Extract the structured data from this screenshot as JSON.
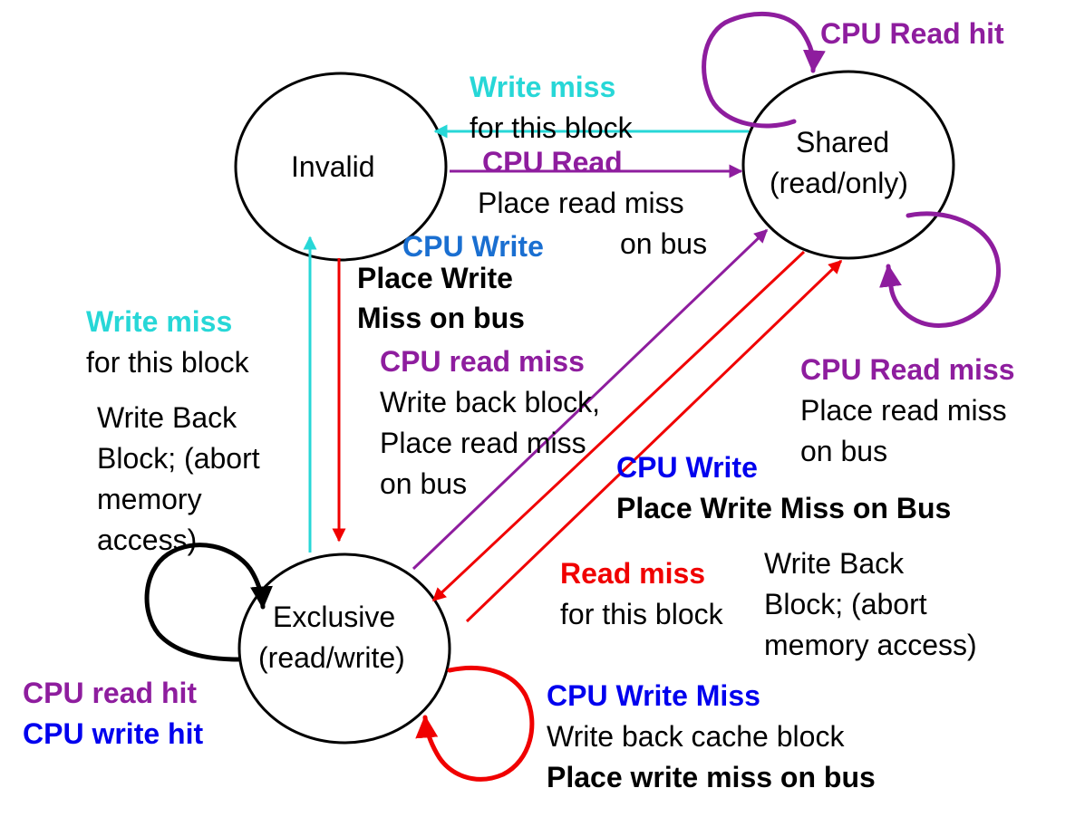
{
  "colors": {
    "cyan": "#27D7D7",
    "purple": "#8E1D9E",
    "red": "#F00000",
    "blue": "#0000EE",
    "blue_mid": "#1A6FD1",
    "black": "#000000"
  },
  "states": {
    "invalid": {
      "name": "Invalid"
    },
    "shared": {
      "line1": "Shared",
      "line2": "(read/only)"
    },
    "exclusive": {
      "line1": "Exclusive",
      "line2": "(read/write)"
    }
  },
  "labels": {
    "shared_read_hit": "CPU Read hit",
    "write_miss_top_event": "Write miss",
    "write_miss_top_cond": "for this block",
    "cpu_read_event": "CPU Read",
    "cpu_read_action_1": "Place read miss",
    "cpu_read_action_2": "on bus",
    "cpu_write_top_event": "CPU Write",
    "cpu_write_top_action_1": "Place Write",
    "cpu_write_top_action_2": "Miss on bus",
    "write_miss_left_event": "Write miss",
    "write_miss_left_cond": "for this block",
    "wb_left_1": "Write Back",
    "wb_left_2": "Block; (abort",
    "wb_left_3": "memory",
    "wb_left_4": "access)",
    "cpu_read_miss_ex_event": "CPU read miss",
    "cpu_read_miss_ex_action_1": "Write back block,",
    "cpu_read_miss_ex_action_2": "Place read miss",
    "cpu_read_miss_ex_action_3": "on bus",
    "cpu_read_miss_sh_event": "CPU Read miss",
    "cpu_read_miss_sh_action_1": "Place read miss",
    "cpu_read_miss_sh_action_2": "on bus",
    "cpu_write_mid_event": "CPU Write",
    "cpu_write_mid_action": "Place Write Miss on Bus",
    "read_miss_event": "Read miss",
    "read_miss_cond": "for this block",
    "wb_right_1": "Write Back",
    "wb_right_2": "Block; (abort",
    "wb_right_3": "memory access)",
    "ex_read_hit": "CPU read hit",
    "ex_write_hit": "CPU write hit",
    "write_miss_ex_event": "CPU Write Miss",
    "write_miss_ex_action_1": "Write back cache block",
    "write_miss_ex_action_2": "Place write miss on bus"
  }
}
